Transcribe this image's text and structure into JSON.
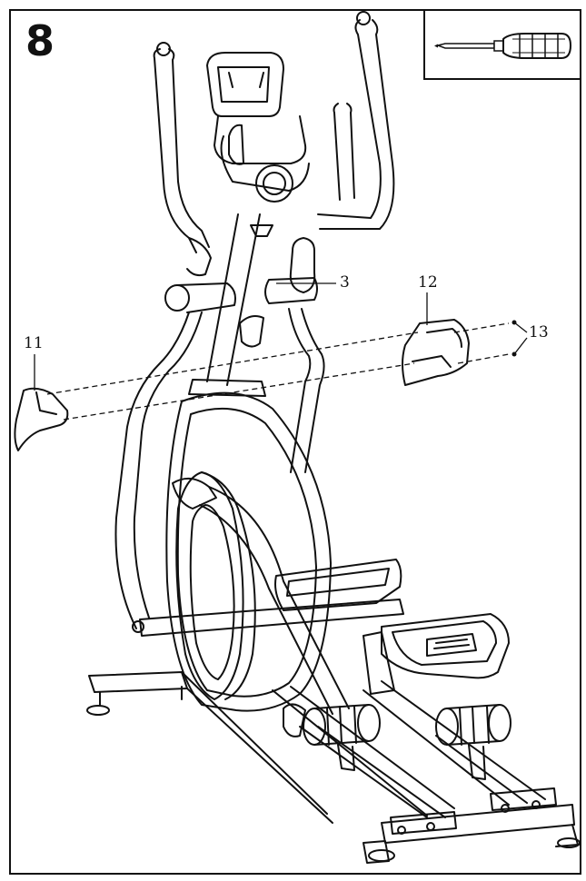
{
  "step": {
    "number": "8"
  },
  "tool": {
    "icon": "screwdriver-icon"
  },
  "callouts": [
    {
      "id": "p3",
      "label": "3"
    },
    {
      "id": "p11",
      "label": "11"
    },
    {
      "id": "p12",
      "label": "12"
    },
    {
      "id": "p13",
      "label": "13"
    }
  ],
  "colors": {
    "line": "#111111",
    "paper": "#ffffff"
  }
}
